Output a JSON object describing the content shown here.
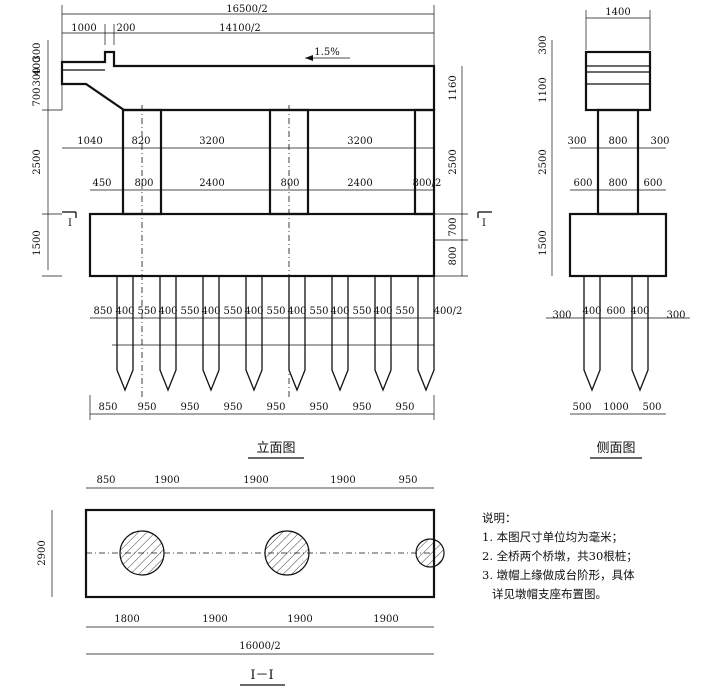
{
  "elevation": {
    "top_dims": [
      "16500/2",
      "1000",
      "200",
      "14100/2"
    ],
    "slope": "1.5%",
    "left_dims": [
      "300",
      "400",
      "300",
      "700",
      "2500",
      "1500"
    ],
    "right_dims": [
      "1160",
      "2500",
      "700",
      "800"
    ],
    "column_dims": [
      "1040",
      "820",
      "3200",
      "3200"
    ],
    "column_dims2": [
      "450",
      "800",
      "2400",
      "800",
      "2400",
      "800/2"
    ],
    "pile_dims": [
      "850",
      "400",
      "550",
      "400",
      "550",
      "400",
      "550",
      "400",
      "550",
      "400",
      "550",
      "400",
      "550",
      "400",
      "550",
      "400/2"
    ],
    "bottom_dims": [
      "850",
      "950",
      "950",
      "950",
      "950",
      "950",
      "950",
      "950"
    ],
    "section_mark": "I",
    "caption": "立面图"
  },
  "side": {
    "top_dim": "1400",
    "left_dims": [
      "300",
      "1100",
      "2500",
      "1500"
    ],
    "col_dims": [
      "300",
      "800",
      "300"
    ],
    "col_dims2": [
      "600",
      "800",
      "600"
    ],
    "pile_dims": [
      "300",
      "400",
      "600",
      "400",
      "300"
    ],
    "bottom_dims": [
      "500",
      "1000",
      "500"
    ],
    "caption": "侧面图"
  },
  "plan": {
    "top_dims": [
      "850",
      "1900",
      "1900",
      "1900",
      "950"
    ],
    "left_dim": "2900",
    "bottom_dims": [
      "1800",
      "1900",
      "1900",
      "1900"
    ],
    "total_dim": "16000/2",
    "caption": "I－I"
  },
  "notes": {
    "title": "说明：",
    "items": [
      "1. 本图尺寸单位均为毫米；",
      "2. 全桥两个桥墩，共30根桩；",
      "3. 墩帽上缘做成台阶形，具体",
      "详见墩帽支座布置图。"
    ]
  }
}
